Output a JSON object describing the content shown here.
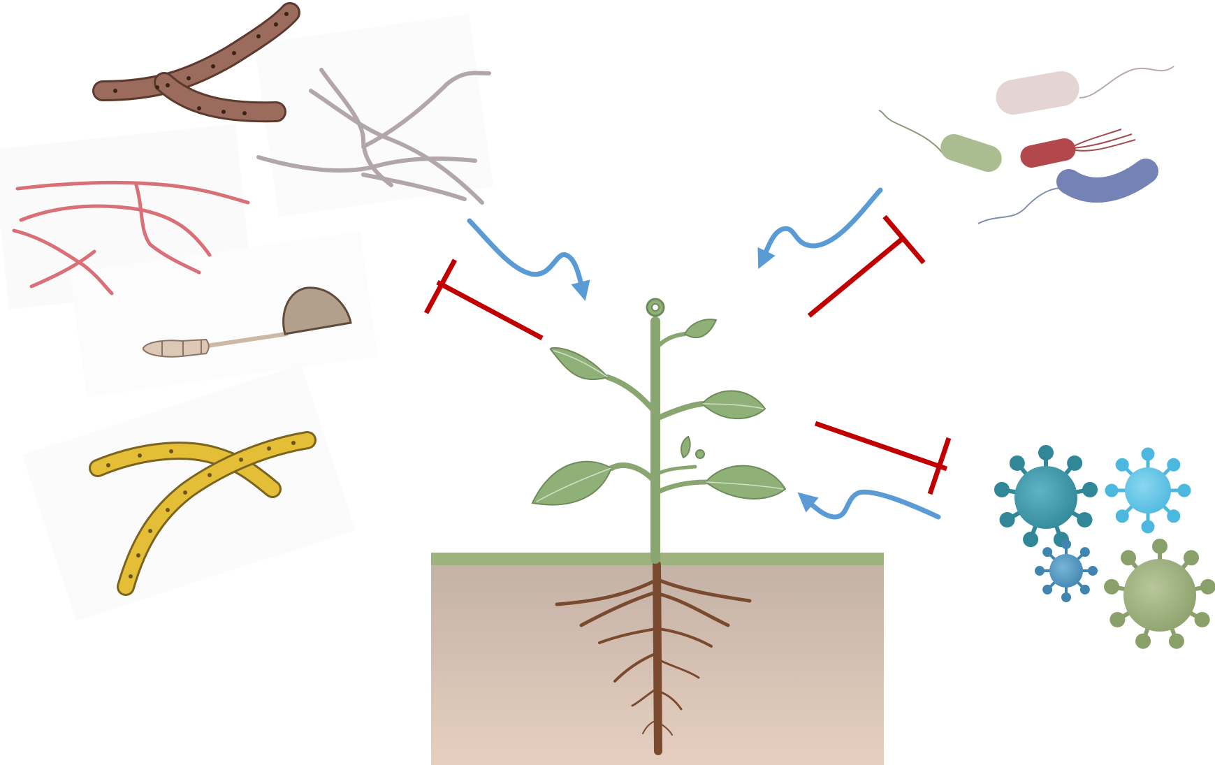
{
  "diagram": {
    "colors": {
      "activation_arrow": "#5b9bd5",
      "inhibition_bar": "#c00000",
      "plant_green": "#8aa670",
      "leaf_green": "#8fb178",
      "soil_top": "#c3b1a5",
      "soil_bottom": "#e6cfc0",
      "ground_line": "#9db27f",
      "root_brown": "#7a4a2e"
    },
    "groups": {
      "fungi": [
        "brown-hypha",
        "grey-mycelium",
        "pink-mycelium",
        "spore-sac",
        "yellow-hypha"
      ],
      "bacteria": [
        "pale-bacterium",
        "green-bacterium",
        "red-bacterium",
        "blue-bacterium"
      ],
      "viruses": [
        "teal-virus",
        "light-blue-virus",
        "small-blue-virus",
        "olive-virus"
      ]
    },
    "interactions": [
      {
        "from": "fungi",
        "to": "plant",
        "type": "activation"
      },
      {
        "from": "plant",
        "to": "fungi",
        "type": "inhibition"
      },
      {
        "from": "bacteria",
        "to": "plant",
        "type": "activation"
      },
      {
        "from": "plant",
        "to": "bacteria",
        "type": "inhibition"
      },
      {
        "from": "viruses",
        "to": "plant",
        "type": "activation"
      },
      {
        "from": "plant",
        "to": "viruses",
        "type": "inhibition"
      }
    ]
  }
}
